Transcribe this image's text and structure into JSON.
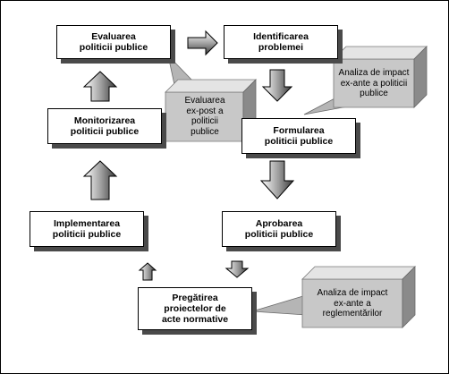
{
  "boxes": {
    "evaluarea": "Evaluarea\npoliticii publice",
    "identificarea": "Identificarea\nproblemei",
    "monitorizarea": "Monitorizarea\npoliticii publice",
    "formularea": "Formularea\npoliticii publice",
    "implementarea": "Implementarea\npoliticii publice",
    "aprobarea": "Aprobarea\npoliticii publice",
    "pregatirea": "Pregătirea\nproiectelor de\nacte normative"
  },
  "callouts": {
    "ex_post": "Evaluarea\nex-post a\npoliticii\npublice",
    "ex_ante_politici": "Analiza de impact\nex-ante  a politicii\npublice",
    "ex_ante_reglementari": "Analiza de impact\nex-ante  a\nreglementărilor"
  },
  "colors": {
    "frame": "#000000",
    "box_shadow": "#4a4a4a",
    "callout_front": "#c8c8c8",
    "callout_side": "#8a8a8a",
    "callout_top": "#e4e4e4"
  },
  "icons": [
    "block-arrow-right",
    "block-arrow-down",
    "block-arrow-up"
  ]
}
